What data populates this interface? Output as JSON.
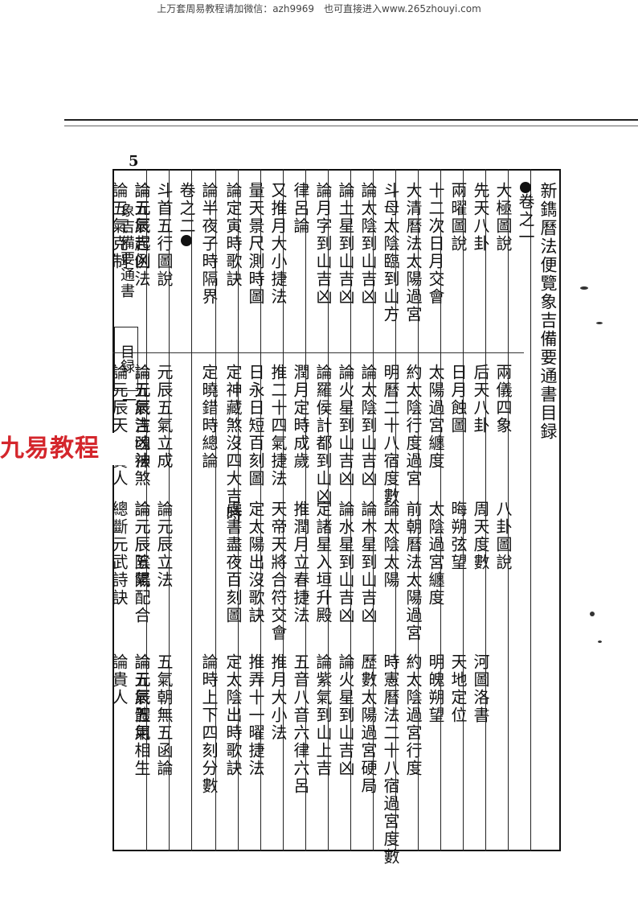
{
  "watermark": "上万套周易教程请加微信：azh9969　也可直接进入www.265zhouyi.com",
  "page_number": "5",
  "book_title": "新鐫曆法便覽象吉備要通書目録",
  "side": {
    "title": "象吉備要通書",
    "section": "目録",
    "page": "一"
  },
  "logo_text": "九易教程",
  "columns": [
    {
      "top": "卷之一",
      "items": []
    },
    {
      "top": "大極圖說",
      "items": [
        "兩儀四象",
        "八卦圖說"
      ]
    },
    {
      "top": "先天八卦",
      "items": [
        "后天八卦",
        "周天度數",
        "河圖洛書"
      ]
    },
    {
      "top": "兩曜圖說",
      "items": [
        "日月蝕圖",
        "晦朔弦望",
        "天地定位"
      ]
    },
    {
      "top": "十二次日月交會",
      "items": [
        "太陽過宮纏度",
        "太陰過宮纏度",
        "明魄朔望"
      ]
    },
    {
      "top": "大清曆法太陽過宮",
      "items": [
        "約太陰行度過宮",
        "前朝曆法太陽過宮",
        "約太陰過宮行度"
      ]
    },
    {
      "top": "斗母太陰臨到山方",
      "items": [
        "明曆二十八宿度數",
        "論太陰太陽",
        "時憲曆法二十八宿過宮度數"
      ]
    },
    {
      "top": "論太陰到山吉凶",
      "items": [
        "論太陰到山吉凶",
        "論木星到山吉凶",
        "歷數太陽過宮硬局"
      ]
    },
    {
      "top": "論土星到山吉凶",
      "items": [
        "論火星到山吉凶",
        "論水星到山吉凶",
        "論火星到山吉凶"
      ]
    },
    {
      "top": "論月字到山吉凶",
      "items": [
        "論羅侯計都到山凶",
        "定諸星入垣升殿",
        "論紫氣到山上吉"
      ]
    },
    {
      "top": "律呂論",
      "items": [
        "潤月定時成歲",
        "推潤月立春捷法",
        "五音八音六律六呂"
      ]
    },
    {
      "top": "又推月大小捷法",
      "items": [
        "推二十四氣捷法",
        "天帝天將合符交會",
        "推月大小法"
      ]
    },
    {
      "top": "量天景尺測時圖",
      "items": [
        "日永日短百刻圖",
        "定太陽出沒歌訣",
        "推弄十一曜捷法"
      ]
    },
    {
      "top": "論定寅時歌訣",
      "items": [
        "定神藏煞沒四大吉時",
        "虔書盡夜百刻圖",
        "定太陰出時歌訣"
      ]
    },
    {
      "top": "論半夜子時隔界",
      "items": [
        "定曉錯時總論",
        "",
        "論時上下四刻分數"
      ]
    },
    {
      "top": "卷之二",
      "items": []
    },
    {
      "top": "斗首五行圖說",
      "items": [
        "元辰五氣立成",
        "論元辰立法",
        "五氣朝無五函論"
      ]
    },
    {
      "top": "論元辰起例法",
      "items": [
        "論元辰注魂法",
        "論元辰陰陽",
        "論五氣體用"
      ]
    },
    {
      "top": "論五氣吉凶",
      "items": [
        "論五氣吉凶神煞",
        "論元辰五氣配合",
        "論元辰五氣相生"
      ]
    },
    {
      "top": "論五氣克制",
      "items": [
        "論元辰天乙貴人",
        "總斷元武詩訣",
        "論貴人"
      ]
    }
  ]
}
